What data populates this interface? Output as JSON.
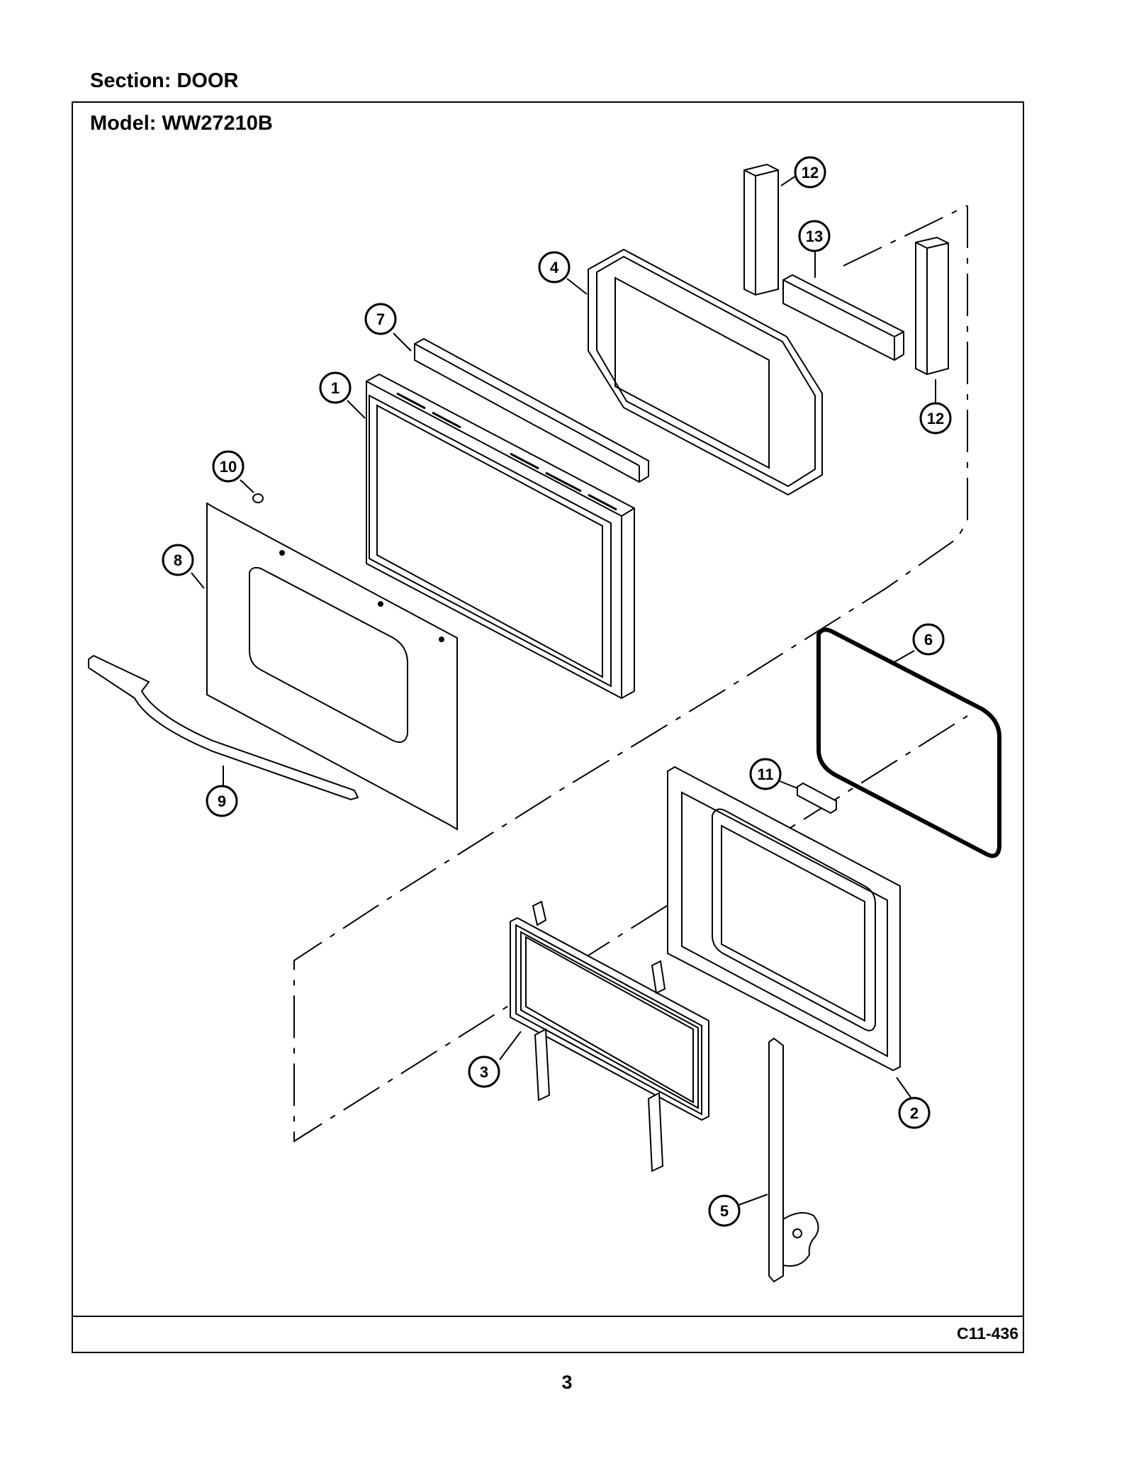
{
  "header": {
    "section": "Section:  DOOR"
  },
  "frame": {
    "model": "Model:  WW27210B"
  },
  "footer": {
    "drawing_code": "C11-436",
    "page_number": "3"
  },
  "callouts": [
    {
      "id": "callout-1",
      "label": "1"
    },
    {
      "id": "callout-2",
      "label": "2"
    },
    {
      "id": "callout-3",
      "label": "3"
    },
    {
      "id": "callout-4",
      "label": "4"
    },
    {
      "id": "callout-5",
      "label": "5"
    },
    {
      "id": "callout-6",
      "label": "6"
    },
    {
      "id": "callout-7",
      "label": "7"
    },
    {
      "id": "callout-8",
      "label": "8"
    },
    {
      "id": "callout-9",
      "label": "9"
    },
    {
      "id": "callout-10",
      "label": "10"
    },
    {
      "id": "callout-11",
      "label": "11"
    },
    {
      "id": "callout-12a",
      "label": "12"
    },
    {
      "id": "callout-12b",
      "label": "12"
    },
    {
      "id": "callout-13",
      "label": "13"
    }
  ]
}
